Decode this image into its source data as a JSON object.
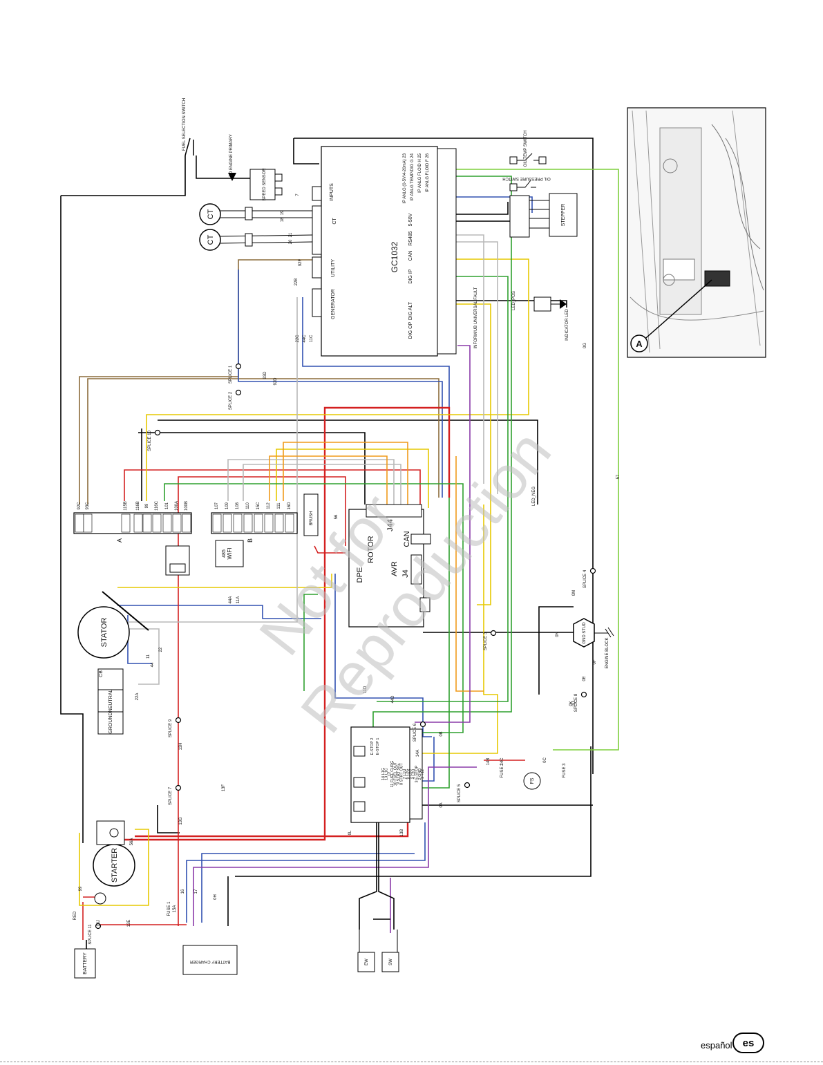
{
  "watermark": {
    "line1": "Not for",
    "line2": "Reproduction"
  },
  "controller": {
    "model": "GC1032",
    "inputs_label": "INPUTS",
    "ct_label": "CT",
    "utility_label": "UTILITY",
    "generator_label": "GENERATOR",
    "dig_ip_label": "DIG IP",
    "dig_op_label": "DIG OP",
    "can_label": "CAN",
    "rs485_label": "RS485",
    "fivev_label": "5-50V",
    "dig_alt_label": "DIG ALT",
    "analog": [
      "IP ANLG FLOID F 26",
      "IP ANLG FLOID H 25",
      "IP ANLG TEMP/DIG G 24",
      "IP ANLG (0-5V/4-20mA) 23"
    ]
  },
  "components": {
    "stator": "STATOR",
    "starter": "STARTER",
    "battery": "BATTERY",
    "battery_charger": "BATTERY CHARGER",
    "avr": "AVR",
    "rotor": "ROTOR",
    "dpe": "DPE",
    "can": "CAN",
    "brush": "BRUSH",
    "wifi": "WIFI",
    "wifi_sub": "485",
    "stepper": "STEPPER",
    "fs": "FS",
    "speed_sensor": "SPEED SENSOR",
    "fuel_selection_switch": "FUEL SELECTION SWITCH",
    "to_engine_primary": "TO ENGINE PRIMARY",
    "oil_temp_switch": "OIL TEMP SWITCH",
    "oil_pressure_switch": "OIL PRESSURE SWITCH",
    "indicator_led": "INDICATOR LED",
    "gnd_stud": "GND STUD",
    "engine_block": "ENGINE BLOCK",
    "ct1": "CT",
    "ct2": "CT",
    "cb": "CB",
    "neutral": "NEUTRAL",
    "ground": "GROUND",
    "ew": "EW",
    "sw": "SW",
    "j4": "J4",
    "j44": "J44",
    "tb_a": "A",
    "tb_b": "B",
    "inform_fault": "INFORM/UB UNIVERSAL FAULT",
    "led_pos": "LED_POS",
    "led_neg": "LED_NEG"
  },
  "splices": [
    "SPLICE 1",
    "SPLICE 2",
    "SPLICE 3",
    "SPLICE 4",
    "SPLICE 5",
    "SPLICE 6",
    "SPLICE 7",
    "SPLICE 8",
    "SPLICE 9",
    "SPLICE 10",
    "SPLICE 11"
  ],
  "fuses": {
    "fuse1": "FUSE 1",
    "fuse1_rating": "15A",
    "fuse2": "FUSE 2",
    "fuse3": "FUSE 3"
  },
  "tb_a_wires": [
    "92C",
    "93C",
    "115B",
    "116B",
    "99",
    "116C",
    "101",
    "100A",
    "100B"
  ],
  "tb_b_wires": [
    "107",
    "109",
    "108",
    "110",
    "15C",
    "112",
    "111",
    "16D"
  ],
  "wire_labels": [
    "92F",
    "22B",
    "18",
    "19",
    "20",
    "21",
    "7",
    "22C",
    "44C",
    "11C",
    "44A",
    "11A",
    "44",
    "11",
    "22",
    "22A",
    "13H",
    "13G",
    "13F",
    "13E",
    "13J",
    "16",
    "17",
    "0H",
    "0L",
    "13B",
    "0A",
    "0B",
    "0C",
    "0D",
    "0E",
    "0F",
    "0G",
    "0K",
    "0M",
    "0N",
    "57",
    "14A",
    "14B",
    "14C",
    "56",
    "56A",
    "99",
    "RED",
    "11D",
    "44D",
    "93D",
    "92D"
  ],
  "mcu_panel_labels": [
    "E-STOP 2",
    "E-STOP 1",
    "14 L1G",
    "13 L1C",
    "12",
    "11 FUEL CHRG",
    "10 FUEL OUT",
    "9 STRT SIG",
    "8 STRT OUT",
    "7 L1U",
    "6 L2G",
    "5 L2C",
    "4 L2U",
    "3 E-STOP",
    "2 GND",
    "1 +12"
  ],
  "callout": "A",
  "footer": {
    "language": "español",
    "badge": "es"
  }
}
